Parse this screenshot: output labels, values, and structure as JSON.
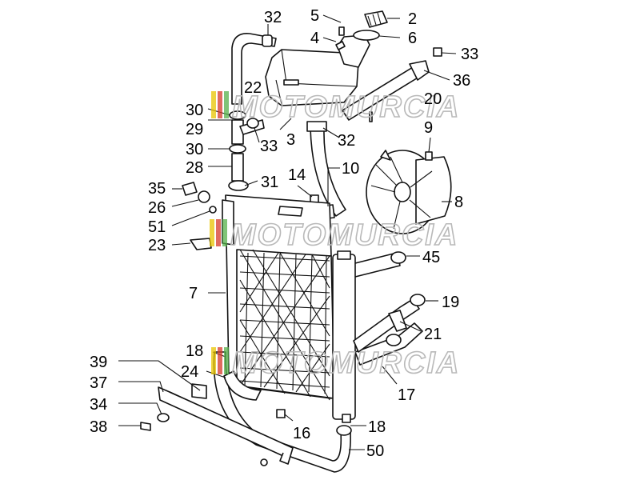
{
  "labels": {
    "l2": "2",
    "l3": "3",
    "l4": "4",
    "l5": "5",
    "l6": "6",
    "l7": "7",
    "l8": "8",
    "l9": "9",
    "l10": "10",
    "l14": "14",
    "l16": "16",
    "l17": "17",
    "l18a": "18",
    "l18b": "18",
    "l19": "19",
    "l20": "20",
    "l21": "21",
    "l22": "22",
    "l23": "23",
    "l24": "24",
    "l26": "26",
    "l28": "28",
    "l29": "29",
    "l30a": "30",
    "l30b": "30",
    "l31": "31",
    "l32a": "32",
    "l32b": "32",
    "l33a": "33",
    "l33b": "33",
    "l34": "34",
    "l35": "35",
    "l36": "36",
    "l37": "37",
    "l38": "38",
    "l39": "39",
    "l45": "45",
    "l50": "50",
    "l51": "51"
  },
  "watermark": {
    "text": "MOTOMURCIA",
    "colors": [
      "#e8c400",
      "#d63a2a",
      "#55b04a"
    ]
  }
}
